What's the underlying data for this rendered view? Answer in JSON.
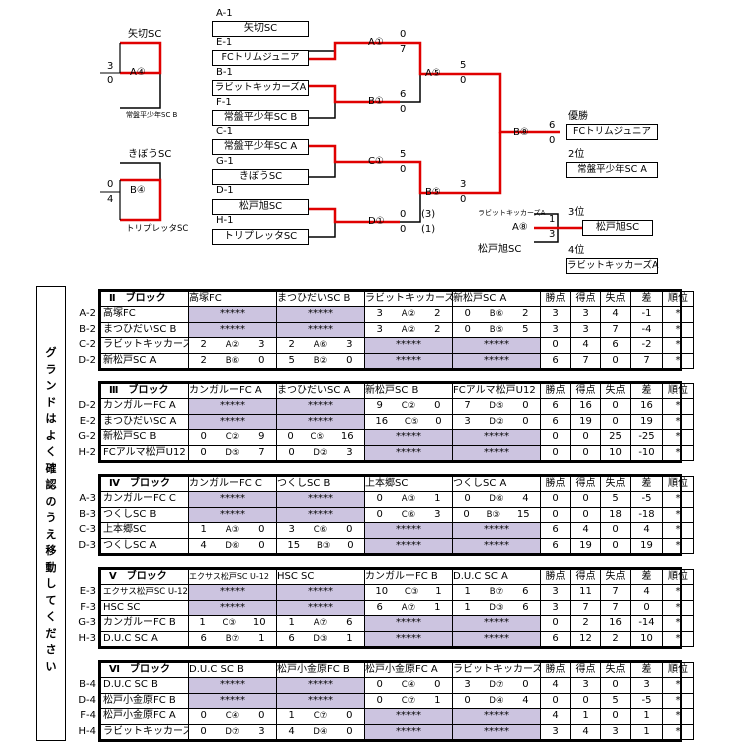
{
  "bracket": {
    "slots": [
      {
        "code": "A-1",
        "team": "矢切SC"
      },
      {
        "code": "E-1",
        "team": "FCトリムジュニア"
      },
      {
        "code": "B-1",
        "team": "ラビットキッカーズA"
      },
      {
        "code": "F-1",
        "team": "常盤平少年SC B"
      },
      {
        "code": "C-1",
        "team": "常盤平少年SC A"
      },
      {
        "code": "G-1",
        "team": "きぼうSC"
      },
      {
        "code": "D-1",
        "team": "松戸旭SC"
      },
      {
        "code": "H-1",
        "team": "トリプレッタSC"
      }
    ],
    "matches": {
      "A1": {
        "label": "A①",
        "s1": "0",
        "s2": "7"
      },
      "B1": {
        "label": "B①",
        "s1": "6",
        "s2": "0"
      },
      "C1": {
        "label": "C①",
        "s1": "5",
        "s2": "0"
      },
      "D1": {
        "label": "D①",
        "s1": "0",
        "s2": "0",
        "pk1": "(3)",
        "pk2": "(1)"
      },
      "A5": {
        "label": "A⑤",
        "s1": "5",
        "s2": "0"
      },
      "B5": {
        "label": "B⑤",
        "s1": "3",
        "s2": "0"
      },
      "B8": {
        "label": "B⑧",
        "s1": "6",
        "s2": "0"
      },
      "A4": {
        "label": "A④",
        "team1": "矢切SC",
        "team2": "常盤平少年SC B",
        "s1": "3",
        "s2": "0"
      },
      "B4": {
        "label": "B④",
        "team1": "きぼうSC",
        "team2": "トリプレッタSC",
        "s1": "0",
        "s2": "4"
      },
      "A8": {
        "label": "A⑧",
        "team1": "ラビットキッカーズA",
        "team2": "松戸旭SC",
        "s1": "1",
        "s2": "3"
      }
    },
    "results": {
      "first_label": "優勝",
      "first": "FCトリムジュニア",
      "second_label": "2位",
      "second": "常盤平少年SC A",
      "third_label": "3位",
      "third": "松戸旭SC",
      "fourth_label": "4位",
      "fourth": "ラビットキッカーズA"
    },
    "colors": {
      "winner_line": "#e00000",
      "line": "#000000"
    }
  },
  "sidebar_text": "グランドはよく確認のうえ移動してください",
  "blocks": [
    {
      "title_num": "Ⅱ",
      "title_word": "ブロック",
      "cols": [
        "高塚FC",
        "まつひだいSC B",
        "ラビットキッカーズB",
        "新松戸SC A"
      ],
      "stats": [
        "勝点",
        "得点",
        "失点",
        "差",
        "順位"
      ],
      "rows": [
        {
          "label": "A-2",
          "name": "高塚FC",
          "cells": [
            null,
            null,
            [
              "3",
              "A②",
              "2"
            ],
            [
              "0",
              "B⑥",
              "2"
            ]
          ],
          "stats": [
            "3",
            "3",
            "4",
            "-1",
            "*"
          ]
        },
        {
          "label": "B-2",
          "name": "まつひだいSC B",
          "cells": [
            null,
            null,
            [
              "3",
              "A②",
              "2"
            ],
            [
              "0",
              "B⑤",
              "5"
            ]
          ],
          "stats": [
            "3",
            "3",
            "7",
            "-4",
            "*"
          ]
        },
        {
          "label": "C-2",
          "name": "ラビットキッカーズB",
          "cells": [
            [
              "2",
              "A②",
              "3"
            ],
            [
              "2",
              "A⑥",
              "3"
            ],
            null,
            null
          ],
          "stats": [
            "0",
            "4",
            "6",
            "-2",
            "*"
          ]
        },
        {
          "label": "D-2",
          "name": "新松戸SC A",
          "cells": [
            [
              "2",
              "B⑥",
              "0"
            ],
            [
              "5",
              "B②",
              "0"
            ],
            null,
            null
          ],
          "stats": [
            "6",
            "7",
            "0",
            "7",
            "*"
          ]
        }
      ]
    },
    {
      "title_num": "Ⅲ",
      "title_word": "ブロック",
      "cols": [
        "カンガルーFC A",
        "まつひだいSC A",
        "新松戸SC B",
        "FCアルマ松戸U12"
      ],
      "stats": [
        "勝点",
        "得点",
        "失点",
        "差",
        "順位"
      ],
      "rows": [
        {
          "label": "D-2",
          "name": "カンガルーFC A",
          "cells": [
            null,
            null,
            [
              "9",
              "C②",
              "0"
            ],
            [
              "7",
              "D⑤",
              "0"
            ]
          ],
          "stats": [
            "6",
            "16",
            "0",
            "16",
            "*"
          ]
        },
        {
          "label": "E-2",
          "name": "まつひだいSC A",
          "cells": [
            null,
            null,
            [
              "16",
              "C⑤",
              "0"
            ],
            [
              "3",
              "D②",
              "0"
            ]
          ],
          "stats": [
            "6",
            "19",
            "0",
            "19",
            "*"
          ]
        },
        {
          "label": "G-2",
          "name": "新松戸SC B",
          "cells": [
            [
              "0",
              "C②",
              "9"
            ],
            [
              "0",
              "C⑤",
              "16"
            ],
            null,
            null
          ],
          "stats": [
            "0",
            "0",
            "25",
            "-25",
            "*"
          ]
        },
        {
          "label": "H-2",
          "name": "FCアルマ松戸U12",
          "cells": [
            [
              "0",
              "D⑤",
              "7"
            ],
            [
              "0",
              "D②",
              "3"
            ],
            null,
            null
          ],
          "stats": [
            "0",
            "0",
            "10",
            "-10",
            "*"
          ]
        }
      ]
    },
    {
      "title_num": "Ⅳ",
      "title_word": "ブロック",
      "cols": [
        "カンガルーFC C",
        "つくしSC B",
        "上本郷SC",
        "つくしSC A"
      ],
      "stats": [
        "勝点",
        "得点",
        "失点",
        "差",
        "順位"
      ],
      "rows": [
        {
          "label": "A-3",
          "name": "カンガルーFC C",
          "cells": [
            null,
            null,
            [
              "0",
              "A③",
              "1"
            ],
            [
              "0",
              "D⑥",
              "4"
            ]
          ],
          "stats": [
            "0",
            "0",
            "5",
            "-5",
            "*"
          ]
        },
        {
          "label": "B-3",
          "name": "つくしSC B",
          "cells": [
            null,
            null,
            [
              "0",
              "C⑥",
              "3"
            ],
            [
              "0",
              "B③",
              "15"
            ]
          ],
          "stats": [
            "0",
            "0",
            "18",
            "-18",
            "*"
          ]
        },
        {
          "label": "C-3",
          "name": "上本郷SC",
          "cells": [
            [
              "1",
              "A③",
              "0"
            ],
            [
              "3",
              "C⑥",
              "0"
            ],
            null,
            null
          ],
          "stats": [
            "6",
            "4",
            "0",
            "4",
            "*"
          ]
        },
        {
          "label": "D-3",
          "name": "つくしSC A",
          "cells": [
            [
              "4",
              "D⑥",
              "0"
            ],
            [
              "15",
              "B③",
              "0"
            ],
            null,
            null
          ],
          "stats": [
            "6",
            "19",
            "0",
            "19",
            "*"
          ]
        }
      ]
    },
    {
      "title_num": "Ⅴ",
      "title_word": "ブロック",
      "cols": [
        "エクサス松戸SC U-12",
        "HSC SC",
        "カンガルーFC B",
        "D.U.C SC A"
      ],
      "stats": [
        "勝点",
        "得点",
        "失点",
        "差",
        "順位"
      ],
      "rows": [
        {
          "label": "E-3",
          "name": "エクサス松戸SC U-12",
          "cells": [
            null,
            null,
            [
              "10",
              "C③",
              "1"
            ],
            [
              "1",
              "B⑦",
              "6"
            ]
          ],
          "stats": [
            "3",
            "11",
            "7",
            "4",
            "*"
          ]
        },
        {
          "label": "F-3",
          "name": "HSC SC",
          "cells": [
            null,
            null,
            [
              "6",
              "A⑦",
              "1"
            ],
            [
              "1",
              "D③",
              "6"
            ]
          ],
          "stats": [
            "3",
            "7",
            "7",
            "0",
            "*"
          ]
        },
        {
          "label": "G-3",
          "name": "カンガルーFC B",
          "cells": [
            [
              "1",
              "C③",
              "10"
            ],
            [
              "1",
              "A⑦",
              "6"
            ],
            null,
            null
          ],
          "stats": [
            "0",
            "2",
            "16",
            "-14",
            "*"
          ]
        },
        {
          "label": "H-3",
          "name": "D.U.C SC A",
          "cells": [
            [
              "6",
              "B⑦",
              "1"
            ],
            [
              "6",
              "D③",
              "1"
            ],
            null,
            null
          ],
          "stats": [
            "6",
            "12",
            "2",
            "10",
            "*"
          ]
        }
      ]
    },
    {
      "title_num": "Ⅵ",
      "title_word": "ブロック",
      "cols": [
        "D.U.C SC B",
        "松戸小金原FC B",
        "松戸小金原FC A",
        "ラビットキッカーズC"
      ],
      "stats": [
        "勝点",
        "得点",
        "失点",
        "差",
        "順位"
      ],
      "rows": [
        {
          "label": "B-4",
          "name": "D.U.C SC B",
          "cells": [
            null,
            null,
            [
              "0",
              "C④",
              "0"
            ],
            [
              "3",
              "D⑦",
              "0"
            ]
          ],
          "stats": [
            "4",
            "3",
            "0",
            "3",
            "*"
          ]
        },
        {
          "label": "D-4",
          "name": "松戸小金原FC B",
          "cells": [
            null,
            null,
            [
              "0",
              "C⑦",
              "1"
            ],
            [
              "0",
              "D④",
              "4"
            ]
          ],
          "stats": [
            "0",
            "0",
            "5",
            "-5",
            "*"
          ]
        },
        {
          "label": "F-4",
          "name": "松戸小金原FC A",
          "cells": [
            [
              "0",
              "C④",
              "0"
            ],
            [
              "1",
              "C⑦",
              "0"
            ],
            null,
            null
          ],
          "stats": [
            "4",
            "1",
            "0",
            "1",
            "*"
          ]
        },
        {
          "label": "H-4",
          "name": "ラビットキッカーズC",
          "cells": [
            [
              "0",
              "D⑦",
              "3"
            ],
            [
              "4",
              "D④",
              "0"
            ],
            null,
            null
          ],
          "stats": [
            "3",
            "4",
            "3",
            "1",
            "*"
          ]
        }
      ]
    }
  ],
  "star_text": "*****"
}
